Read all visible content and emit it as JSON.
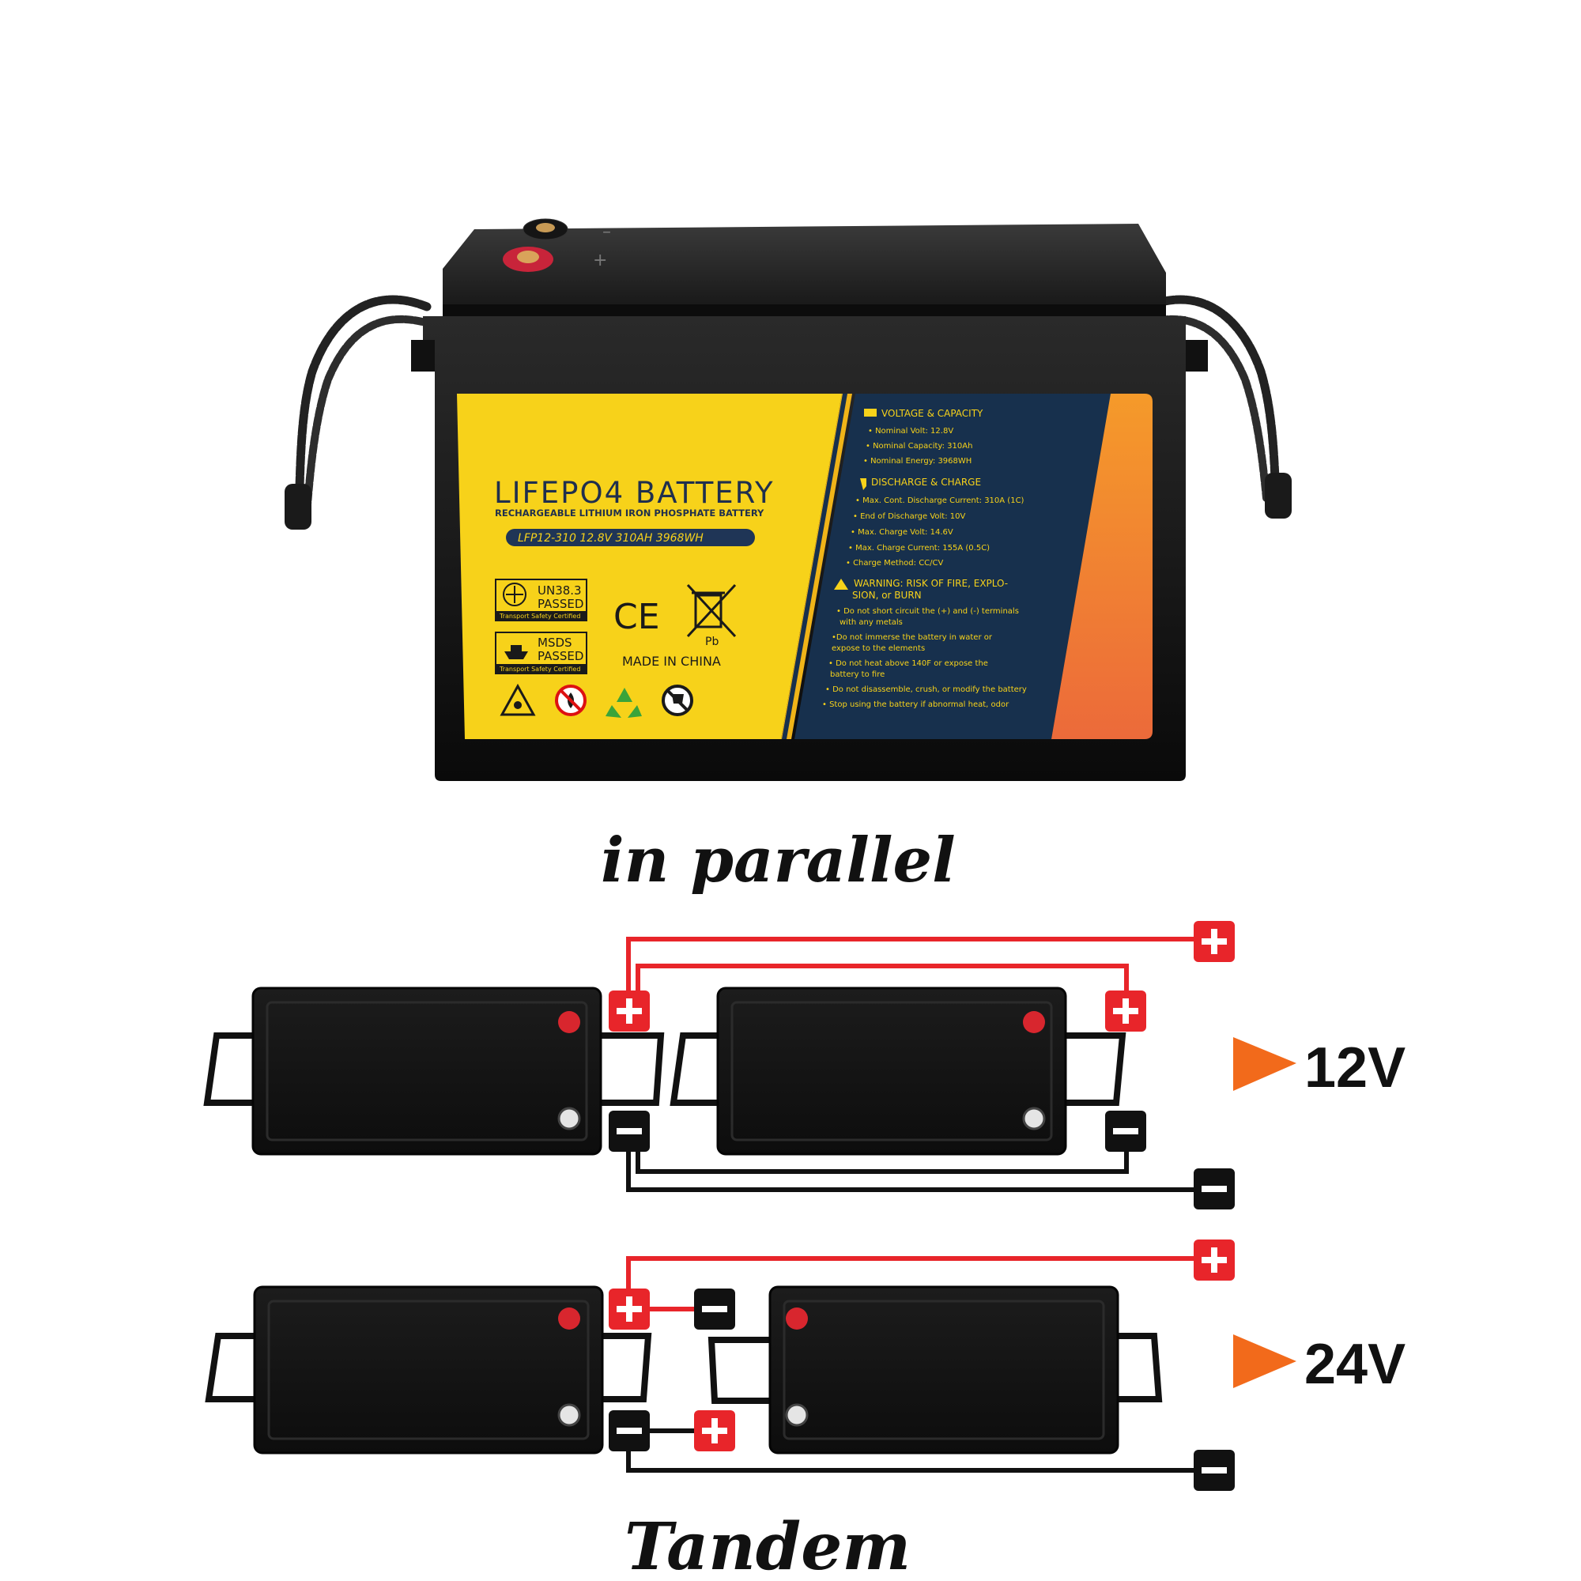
{
  "product": {
    "title": "LIFEPO4 BATTERY",
    "subtitle": "RECHARGEABLE LITHIUM IRON PHOSPHATE BATTERY",
    "model_bar": "LFP12-310  12.8V 310AH  3968WH",
    "cert_un": [
      "UN38.3",
      "PASSED"
    ],
    "cert_un_note": "Transport Safety Certified",
    "cert_msds": [
      "MSDS",
      "PASSED"
    ],
    "cert_msds_note": "Transport Safety Certified",
    "ce_mark": "CE",
    "pb_mark": "Pb",
    "made_in": "MADE IN CHINA",
    "spec_voltage_heading": "VOLTAGE & CAPACITY",
    "spec_voltage_items": [
      "• Nominal Volt: 12.8V",
      "• Nominal Capacity: 310Ah",
      "• Nominal Energy: 3968WH"
    ],
    "spec_discharge_heading": "DISCHARGE & CHARGE",
    "spec_discharge_items": [
      "• Max. Cont. Discharge Current: 310A (1C)",
      "• End of Discharge Volt: 10V",
      "• Max. Charge Volt: 14.6V",
      "• Max. Charge Current: 155A (0.5C)",
      "• Charge Method: CC/CV"
    ],
    "warning_heading": [
      "WARNING: RISK OF FIRE, EXPLO-",
      "SION, or BURN"
    ],
    "warning_items": [
      [
        "• Do not short circuit the (+) and (-) terminals",
        "with any metals"
      ],
      [
        "•Do not immerse the battery in water or",
        "expose to the elements"
      ],
      [
        "• Do not heat above 140F or expose the",
        "battery to fire"
      ],
      [
        "• Do not disassemble, crush, or modify the battery"
      ],
      [
        "• Stop using the battery if abnormal heat, odor"
      ]
    ]
  },
  "parallel": {
    "heading": "in parallel",
    "voltage": "12V"
  },
  "series": {
    "heading": "Tandem",
    "voltage": "24V"
  },
  "colors": {
    "label_yellow": "#f7d21a",
    "label_navy": "#17304d",
    "label_orange": "#f08a2c",
    "wire_red": "#e8252a",
    "wire_black": "#111111",
    "arrow_orange": "#f26a1b"
  }
}
